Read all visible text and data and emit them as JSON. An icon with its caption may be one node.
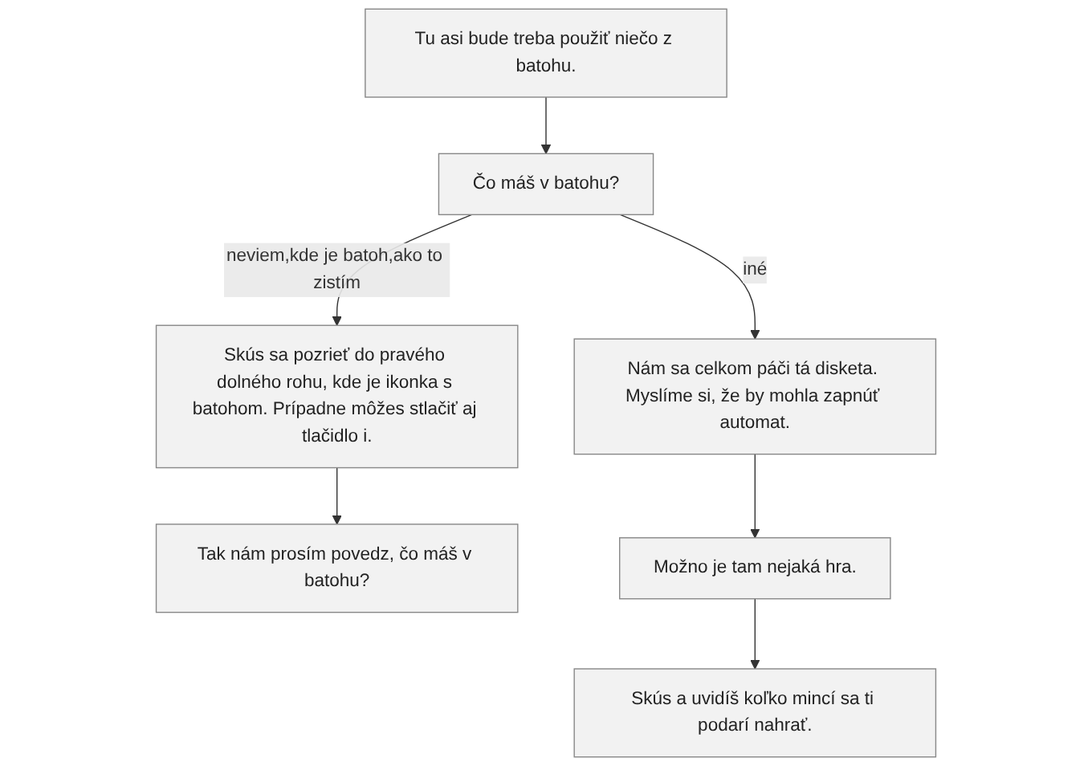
{
  "diagram": {
    "nodes": [
      {
        "text": [
          "Tu asi bude treba použiť niečo z batohu."
        ]
      },
      {
        "text": [
          "Čo máš v batohu?"
        ]
      },
      {
        "text": [
          "Skús sa pozrieť do pravého dolného rohu, kde je ikonka s batohom. Prípadne môžes stlačiť aj tlačidlo i."
        ]
      },
      {
        "text": [
          "Tak nám prosím povedz, čo máš v batohu?"
        ]
      },
      {
        "text": [
          "Nám sa celkom páči tá disketa. Myslíme si, že by mohla zapnúť automat."
        ]
      },
      {
        "text": [
          "Možno je tam nejaká hra."
        ]
      },
      {
        "text": [
          "Skús a uvidíš koľko mincí sa ti podarí nahrať."
        ]
      }
    ],
    "edges": [
      {
        "from": 0,
        "to": 1,
        "arrow": "to"
      },
      {
        "from": 1,
        "to": 2,
        "arrow": "to",
        "label": "neviem,kde je batoh,ako to zistím"
      },
      {
        "from": 1,
        "to": 4,
        "arrow": "to",
        "label": "iné"
      },
      {
        "from": 2,
        "to": 3,
        "arrow": "to"
      },
      {
        "from": 4,
        "to": 5,
        "arrow": "to"
      },
      {
        "from": 5,
        "to": 6,
        "arrow": "to"
      }
    ]
  }
}
